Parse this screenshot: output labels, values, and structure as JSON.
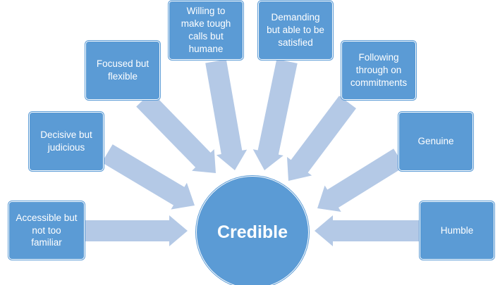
{
  "colors": {
    "box_fill": "#5b9bd5",
    "arrow_fill": "#b4c9e6",
    "text": "#ffffff"
  },
  "center": {
    "label": "Credible"
  },
  "boxes": [
    {
      "label": "Accessible but\nnot too\nfamiliar"
    },
    {
      "label": "Decisive but\njudicious"
    },
    {
      "label": "Focused but\nflexible"
    },
    {
      "label": "Willing to\nmake tough\ncalls but\nhumane"
    },
    {
      "label": "Demanding\nbut able to be\nsatisfied"
    },
    {
      "label": "Following\nthrough on\ncommitments"
    },
    {
      "label": "Genuine"
    },
    {
      "label": "Humble"
    }
  ]
}
